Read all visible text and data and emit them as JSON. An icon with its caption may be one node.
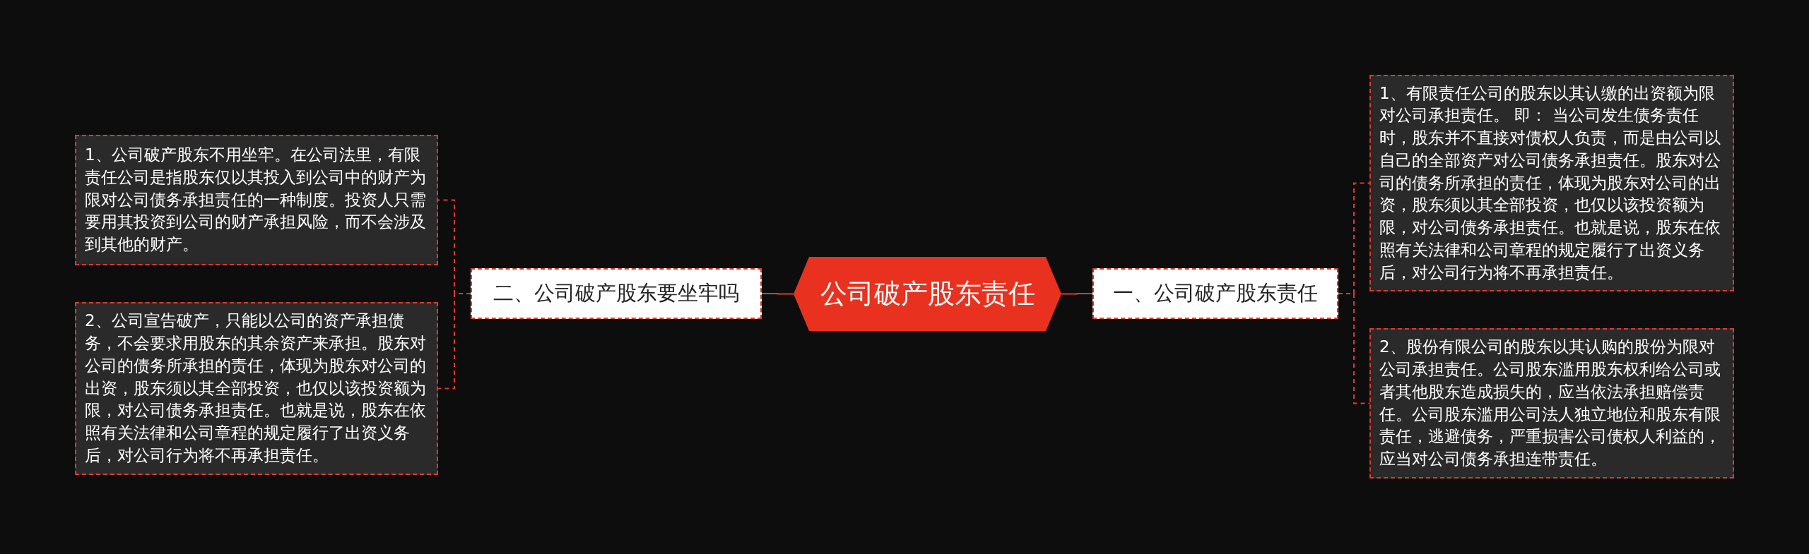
{
  "diagram": {
    "nodes": [
      {
        "text": [
          "公司破产股东责任"
        ]
      },
      {
        "text": [
          "一、公司破产股东责任"
        ]
      },
      {
        "text": [
          "1、有限责任公司的股东以其认缴的出资额为限对公司承担责任。 即： 当公司发生债务责任时，股东并不直接对债权人负责，而是由公司以自己的全部资产对公司债务承担责任。股东对公司的债务所承担的责任，体现为股东对公司的出资，股东须以其全部投资，也仅以该投资额为限，对公司债务承担责任。也就是说，股东在依照有关法律和公司章程的规定履行了出资义务后，对公司行为将不再承担责任。"
        ]
      },
      {
        "text": [
          "2、股份有限公司的股东以其认购的股份为限对公司承担责任。公司股东滥用股东权利给公司或者其他股东造成损失的，应当依法承担赔偿责任。公司股东滥用公司法人独立地位和股东有限责任，逃避债务，严重损害公司债权人利益的，应当对公司债务承担连带责任。"
        ]
      },
      {
        "text": [
          "二、公司破产股东要坐牢吗"
        ]
      },
      {
        "text": [
          "1、公司破产股东不用坐牢。在公司法里，有限责任公司是指股东仅以其投入到公司中的财产为限对公司债务承担责任的一种制度。投资人只需要用其投资到公司的财产承担风险，而不会涉及到其他的财产。"
        ]
      },
      {
        "text": [
          "2、公司宣告破产，只能以公司的资产承担债务，不会要求用股东的其余资产来承担。股东对公司的债务所承担的责任，体现为股东对公司的出资，股东须以其全部投资，也仅以该投资额为限，对公司债务承担责任。也就是说，股东在依照有关法律和公司章程的规定履行了出资义务后，对公司行为将不再承担责任。"
        ]
      }
    ],
    "edges": [
      {
        "from": 0,
        "to": 1,
        "arrow": "none"
      },
      {
        "from": 1,
        "to": 2,
        "arrow": "none",
        "style": "dashed"
      },
      {
        "from": 1,
        "to": 3,
        "arrow": "none",
        "style": "dashed"
      },
      {
        "from": 0,
        "to": 4,
        "arrow": "none"
      },
      {
        "from": 4,
        "to": 5,
        "arrow": "none",
        "style": "dashed"
      },
      {
        "from": 4,
        "to": 6,
        "arrow": "none",
        "style": "dashed"
      }
    ]
  }
}
